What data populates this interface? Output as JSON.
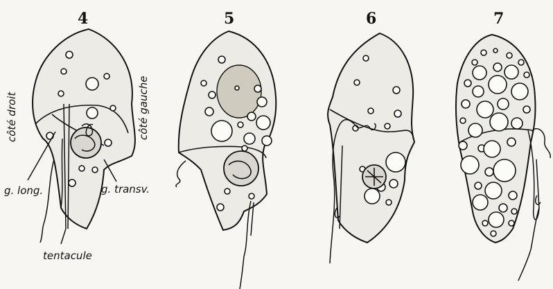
{
  "figures": [
    {
      "number": "4"
    },
    {
      "number": "5"
    },
    {
      "number": "6"
    },
    {
      "number": "7"
    }
  ],
  "labels": {
    "cote_droit": "côté droit",
    "cote_gauche": "côté gauche",
    "g_long": "g. long.",
    "g_transv": "g. transv.",
    "tentacule": "tentacule"
  }
}
